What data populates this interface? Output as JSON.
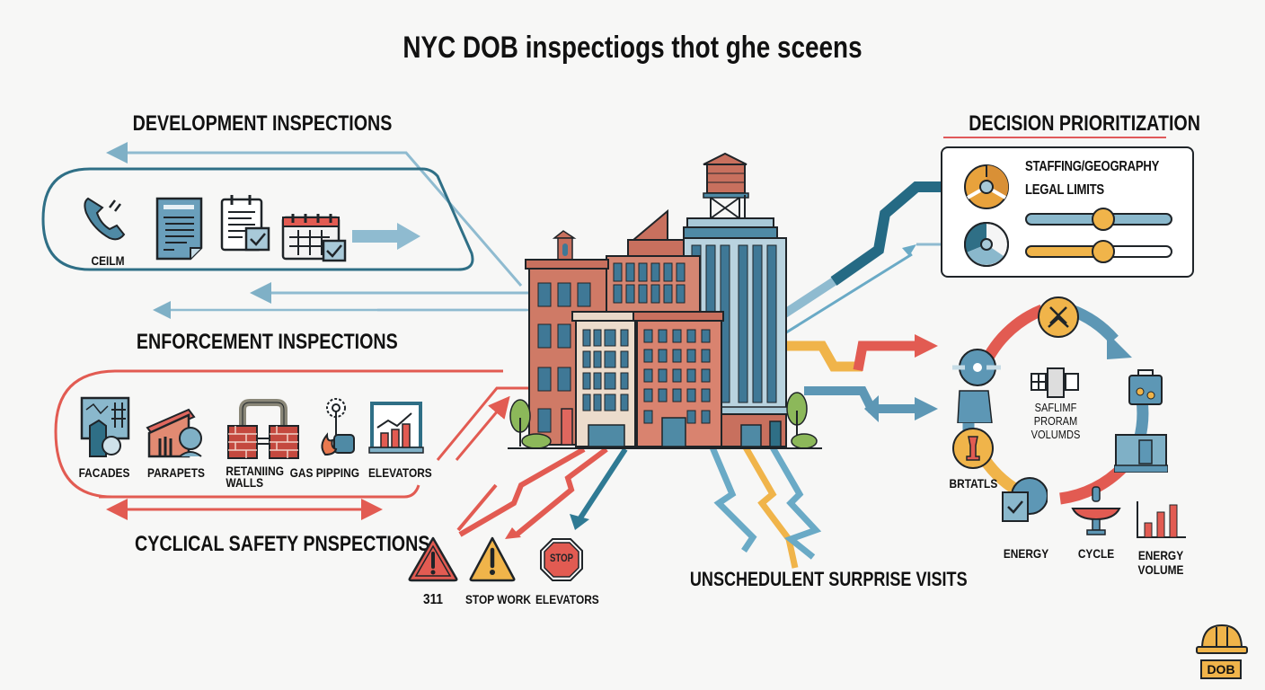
{
  "title": "NYC DOB inspectiogs thot ghe sceens",
  "colors": {
    "teal_dark": "#2f6f86",
    "teal_light": "#7fb0c6",
    "red": "#e25b52",
    "orange": "#f0b44a",
    "brick": "#c8705e",
    "ink": "#1f2428"
  },
  "development": {
    "heading": "DEVELOPMENT INSPECTIONS",
    "icons": [
      {
        "name": "phone-icon",
        "label": "CEILM"
      },
      {
        "name": "document-icon",
        "label": ""
      },
      {
        "name": "checklist-icon",
        "label": ""
      },
      {
        "name": "calendar-check-icon",
        "label": ""
      }
    ]
  },
  "enforcement": {
    "heading": "ENFORCEMENT INSPECTIONS",
    "items": [
      {
        "name": "facades-icon",
        "label": "FACADES"
      },
      {
        "name": "parapets-icon",
        "label": "PARAPETS"
      },
      {
        "name": "retaining-walls-icon",
        "label": "RETANIING WALLS"
      },
      {
        "name": "gas-piping-icon",
        "label": "GAS PIPPING"
      },
      {
        "name": "elevators-icon",
        "label": "ELEVATORS"
      }
    ]
  },
  "cyclical": {
    "heading": "CYCLICAL SAFETY PNSPECTIONS"
  },
  "alerts": [
    {
      "name": "warning-red-icon",
      "label": "311"
    },
    {
      "name": "warning-yellow-icon",
      "label": "STOP WORK"
    },
    {
      "name": "stop-sign-icon",
      "label": "ELEVATORS",
      "sign_text": "STOP"
    }
  ],
  "unscheduled": {
    "heading": "UNSCHEDULENT SURPRISE VISITS"
  },
  "decision": {
    "heading": "DECISION PRIORITIZATION",
    "line1": "STAFFING/GEOGRAPHY",
    "line2": "LEGAL LIMITS",
    "slider1_pct": 52,
    "slider2_pct": 52
  },
  "cycle": {
    "center_lines": [
      "SAFLIMF",
      "PRORAM",
      "VOLUMDS"
    ],
    "labels": {
      "left": "BRTATLS",
      "energy": "ENERGY",
      "cycle": "CYCLE",
      "energy_volume_1": "ENERGY",
      "energy_volume_2": "VOLUME"
    }
  },
  "badge": {
    "text": "DOB"
  }
}
